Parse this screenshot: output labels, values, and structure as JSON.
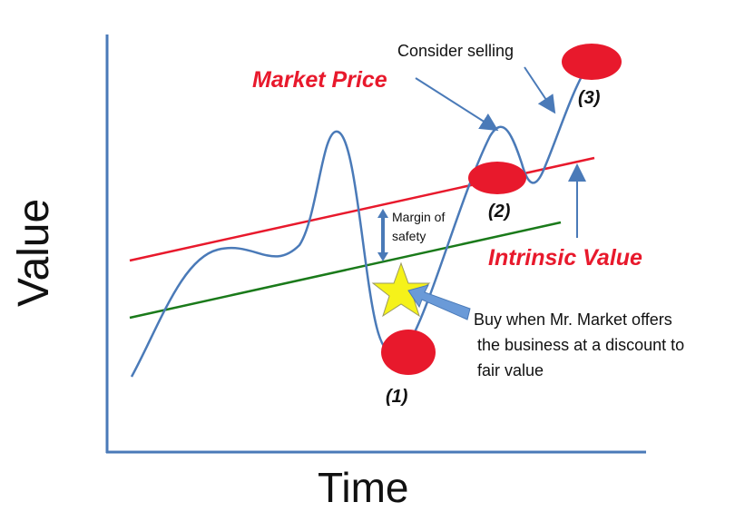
{
  "axes": {
    "y_label": "Value",
    "x_label": "Time"
  },
  "labels": {
    "market_price": "Market Price",
    "intrinsic_value": "Intrinsic Value",
    "consider_selling": "Consider selling",
    "margin_of_safety_1": "Margin of",
    "margin_of_safety_2": "safety",
    "buy_1": "Buy when Mr. Market offers",
    "buy_2": "the business at a discount to",
    "buy_3": "fair value",
    "point_1": "(1)",
    "point_2": "(2)",
    "point_3": "(3)"
  },
  "colors": {
    "market_price": "#e8192c",
    "intrinsic_value": "#1a7a1a",
    "price_curve": "#4a7ab8",
    "marker": "#e8192c",
    "star": "#f5f21a"
  }
}
